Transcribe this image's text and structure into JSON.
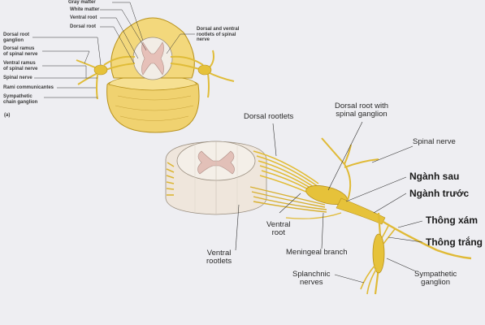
{
  "diagram_a": {
    "panel_label": "(a)",
    "labels": {
      "gray_matter": "Gray matter",
      "white_matter": "White matter",
      "ventral_root": "Ventral root",
      "dorsal_root": "Dorsal root",
      "dorsal_root_ganglion_1": "Dorsal root",
      "dorsal_root_ganglion_2": "ganglion",
      "dorsal_ramus_1": "Dorsal ramus",
      "dorsal_ramus_2": "of spinal nerve",
      "ventral_ramus_1": "Ventral ramus",
      "ventral_ramus_2": "of spinal nerve",
      "spinal_nerve": "Spinal nerve",
      "rami_communicantes": "Rami communicantes",
      "sympathetic_chain_1": "Sympathetic",
      "sympathetic_chain_2": "chain ganglion",
      "dorsal_ventral_rootlets_1": "Dorsal and ventral",
      "dorsal_ventral_rootlets_2": "rootlets of spinal",
      "dorsal_ventral_rootlets_3": "nerve"
    }
  },
  "diagram_b": {
    "labels": {
      "dorsal_rootlets": "Dorsal rootlets",
      "dorsal_root_ganglion_1": "Dorsal root with",
      "dorsal_root_ganglion_2": "spinal ganglion",
      "spinal_nerve": "Spinal nerve",
      "nganh_sau": "Ngành sau",
      "nganh_truoc": "Ngành trước",
      "thong_xam": "Thông xám",
      "thong_trang": "Thông trắng",
      "ventral_root_1": "Ventral",
      "ventral_root_2": "root",
      "ventral_rootlets_1": "Ventral",
      "ventral_rootlets_2": "rootlets",
      "meningeal_branch": "Meningeal branch",
      "splanchnic_1": "Splanchnic",
      "splanchnic_2": "nerves",
      "sympathetic_ganglion_1": "Sympathetic",
      "sympathetic_ganglion_2": "ganglion"
    }
  },
  "colors": {
    "nerve": "#e6c23a",
    "nerve_dark": "#b8921c",
    "gray_matter": "#e6c8c0",
    "white_matter": "#f2ede6",
    "vertebra": "#f0d270",
    "leader": "#333333"
  }
}
